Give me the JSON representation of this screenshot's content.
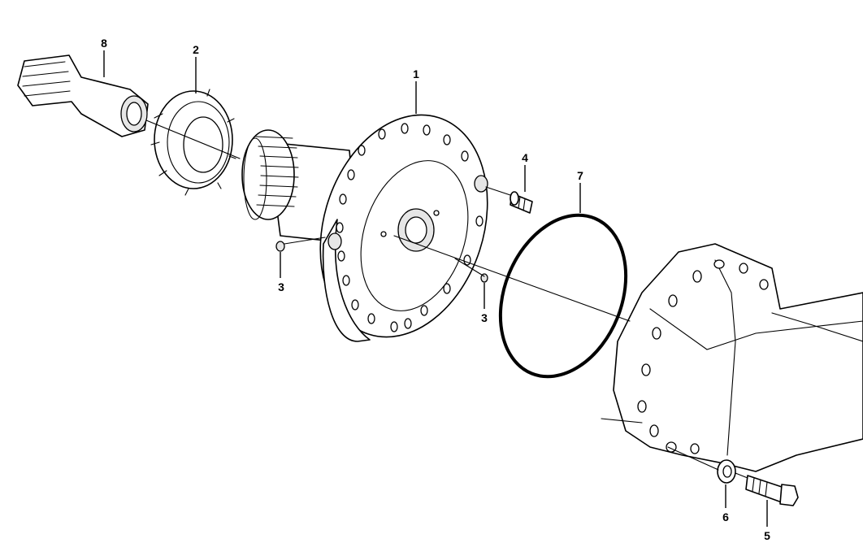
{
  "callouts": [
    {
      "id": "1",
      "label": "1"
    },
    {
      "id": "2",
      "label": "2"
    },
    {
      "id": "3a",
      "label": "3"
    },
    {
      "id": "3b",
      "label": "3"
    },
    {
      "id": "4",
      "label": "4"
    },
    {
      "id": "5",
      "label": "5"
    },
    {
      "id": "6",
      "label": "6"
    },
    {
      "id": "7",
      "label": "7"
    },
    {
      "id": "8",
      "label": "8"
    }
  ]
}
